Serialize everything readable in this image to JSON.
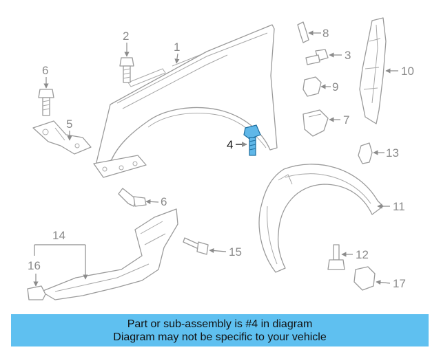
{
  "highlighted_part": "4",
  "colors": {
    "highlight": "#5fb7e8",
    "banner": "#5fc0f0",
    "line": "#9a9a9a"
  },
  "callouts": [
    "1",
    "2",
    "3",
    "4",
    "5",
    "6",
    "6",
    "7",
    "8",
    "9",
    "10",
    "11",
    "12",
    "13",
    "14",
    "15",
    "16",
    "17"
  ],
  "banner": {
    "line1": "Part or sub-assembly is #4 in diagram",
    "line2": "Diagram may not be specific to your vehicle"
  }
}
